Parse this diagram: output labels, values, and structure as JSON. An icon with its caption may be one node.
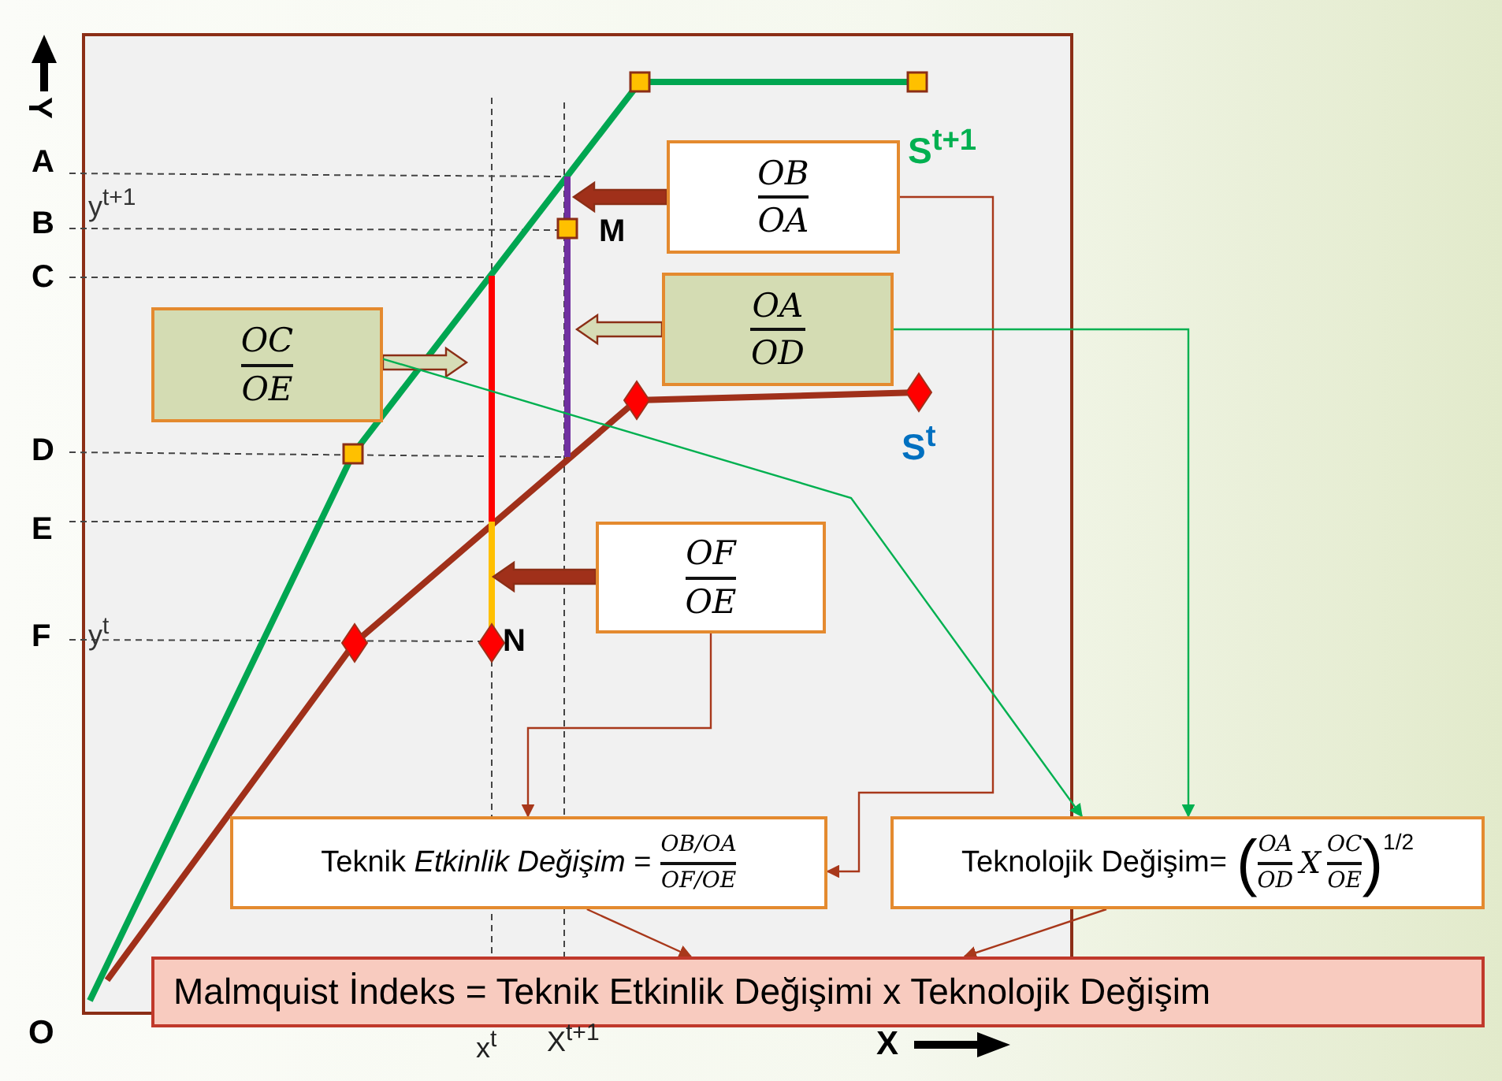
{
  "diagram": {
    "nodes": [
      {
        "text": [
          "OB",
          "OA"
        ]
      },
      {
        "text": [
          "OA",
          "OD"
        ]
      },
      {
        "text": [
          "OC",
          "OE"
        ]
      },
      {
        "text": [
          "OF",
          "OE"
        ]
      },
      {
        "text": [
          "Teknik *Etkinlik Değişim* =",
          "OB/OA",
          "OF/OE"
        ]
      },
      {
        "text": [
          "Teknolojik Değişim=",
          "(",
          "OA",
          "OD",
          "X",
          "OC",
          "OE",
          ")",
          "1/2"
        ]
      },
      {
        "text": [
          "Malmquist İndeks = Teknik Etkinlik Değişimi x Teknolojik Değişim"
        ]
      }
    ],
    "edges": [
      {
        "from": 0,
        "to": null,
        "arrow": "to",
        "style": "thick"
      },
      {
        "from": 1,
        "to": null,
        "arrow": "to",
        "style": "thick",
        "color": "#d6dcb6"
      },
      {
        "from": 2,
        "to": null,
        "arrow": "to",
        "style": "thick",
        "color": "#d6dcb6"
      },
      {
        "from": 3,
        "to": null,
        "arrow": "to",
        "style": "thick"
      },
      {
        "from": 0,
        "to": 4,
        "arrow": "to"
      },
      {
        "from": 3,
        "to": 4,
        "arrow": "to"
      },
      {
        "from": 2,
        "to": 5,
        "arrow": "to",
        "color": "#00b050"
      },
      {
        "from": 1,
        "to": 5,
        "arrow": "to",
        "color": "#00b050"
      },
      {
        "from": 4,
        "to": 6,
        "arrow": "to"
      },
      {
        "from": 5,
        "to": 6,
        "arrow": "to"
      }
    ],
    "labels": [
      "Y",
      "S$^{t+1}$",
      "A",
      "y$^{t+1}$",
      "B",
      "M",
      "C",
      "S$^{t}$",
      "D",
      "E",
      "F",
      "y$^{t}$",
      "N",
      "O",
      "x$^{t}$",
      "X$^{t+1}$",
      "X"
    ]
  }
}
